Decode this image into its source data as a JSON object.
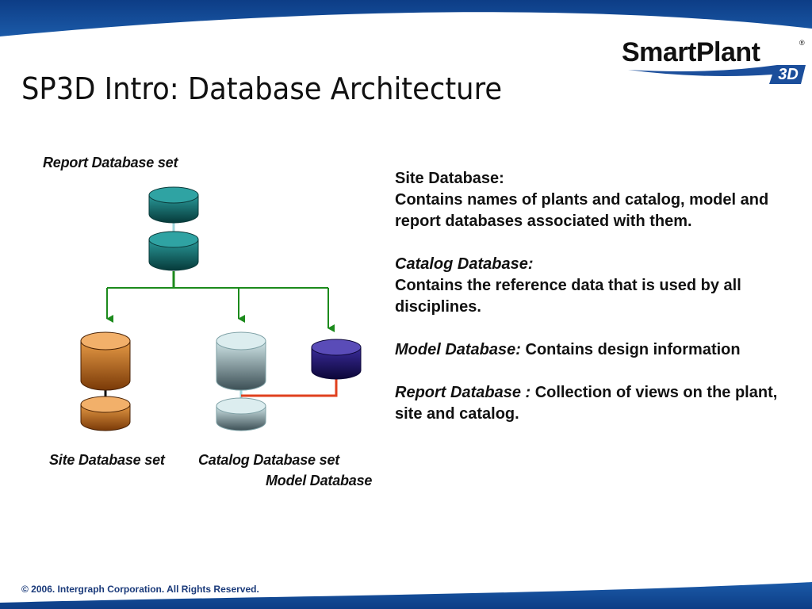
{
  "slide": {
    "title": "SP3D Intro: Database Architecture",
    "brand": {
      "word": "SmartPlant",
      "registered": "®",
      "badge": "3D"
    },
    "footer": "© 2006. Intergraph Corporation. All Rights Reserved."
  },
  "diagram": {
    "labels": {
      "report_set": "Report Database set",
      "site_set": "Site Database set",
      "catalog_set": "Catalog Database set",
      "model": "Model Database"
    },
    "colors": {
      "report": "#1e7f7f",
      "site": "#d9822b",
      "catalog": "#b7d3d6",
      "model": "#2a1e7a",
      "arrow": "#1c8a1c",
      "model_link": "#e0401e",
      "brand_blue": "#1b4e9b"
    }
  },
  "descriptions": [
    {
      "term": "Site Database:",
      "term_italic": false,
      "newline": true,
      "text": "Contains names of plants and catalog, model and report databases associated with them."
    },
    {
      "term": "Catalog Database:",
      "term_italic": true,
      "newline": true,
      "text": "Contains the reference data that is used by all disciplines."
    },
    {
      "term": "Model Database:",
      "term_italic": true,
      "newline": false,
      "text": "Contains design information"
    },
    {
      "term": "Report Database :",
      "term_italic": true,
      "newline": false,
      "text": "Collection of views on the plant, site and catalog."
    }
  ]
}
